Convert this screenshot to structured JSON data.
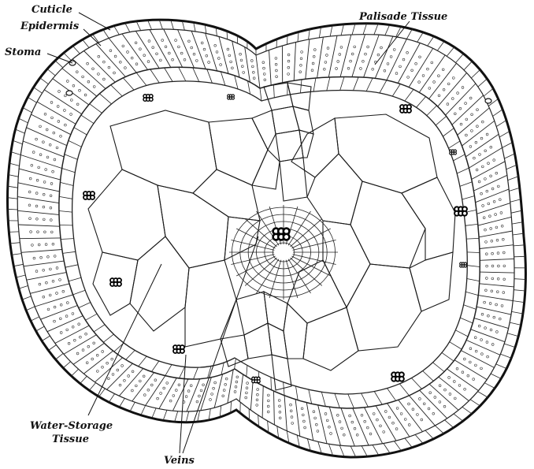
{
  "figure": {
    "labels": {
      "cuticle": "Cuticle",
      "epidermis": "Epidermis",
      "stoma": "Stoma",
      "palisade": "Palisade Tissue",
      "water_storage_1": "Water-Storage",
      "water_storage_2": "Tissue",
      "veins": "Veins"
    }
  }
}
